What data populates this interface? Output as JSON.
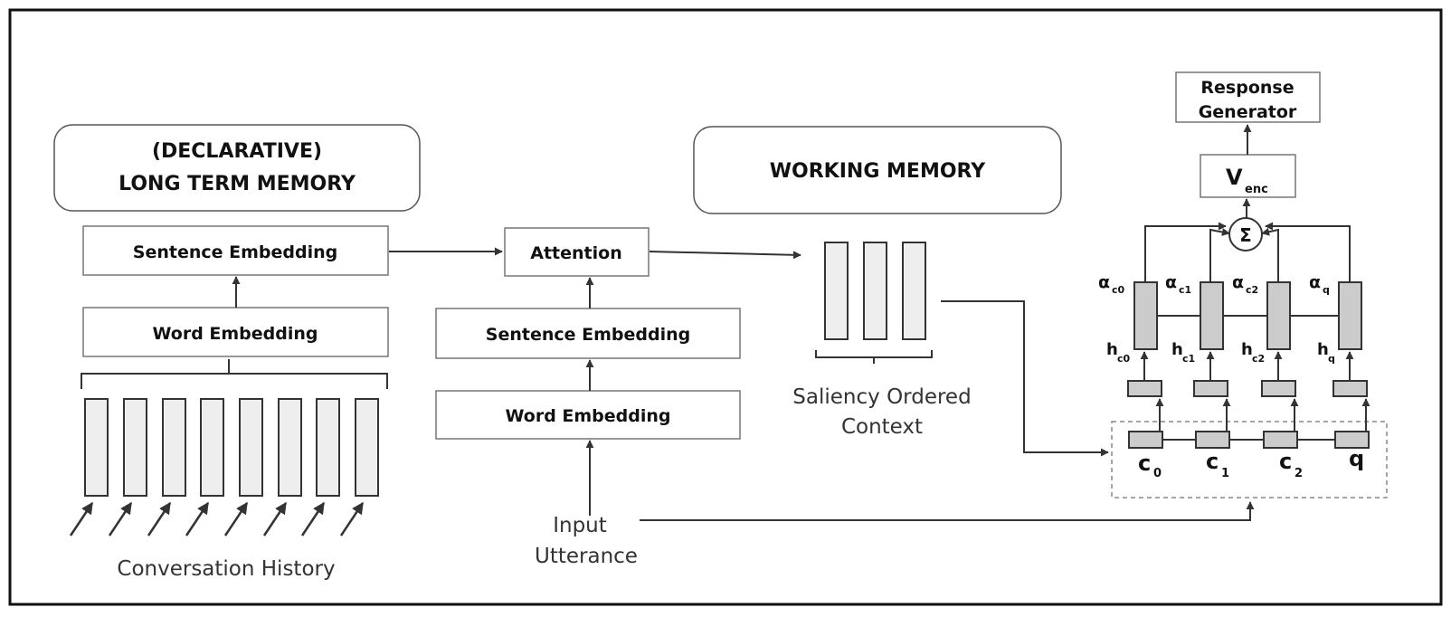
{
  "memory": {
    "long_term": {
      "line1": "(DECLARATIVE)",
      "line2": "LONG TERM MEMORY"
    },
    "working": "WORKING MEMORY"
  },
  "left": {
    "sentence_embedding": "Sentence Embedding",
    "word_embedding": "Word Embedding",
    "caption": "Conversation History"
  },
  "middle": {
    "attention": "Attention",
    "sentence_embedding": "Sentence Embedding",
    "word_embedding": "Word Embedding",
    "input_line1": "Input",
    "input_line2": "Utterance"
  },
  "context": {
    "line1": "Saliency Ordered",
    "line2": "Context"
  },
  "right": {
    "response_line1": "Response",
    "response_line2": "Generator",
    "v_main": "V",
    "v_sub": "enc",
    "sum_symbol": "Σ",
    "alpha_symbol": "α",
    "h_symbol": "h",
    "alpha_subs": [
      "c0",
      "c1",
      "c2",
      "q"
    ],
    "h_subs": [
      "c0",
      "c1",
      "c2",
      "q"
    ],
    "inputs": [
      {
        "main": "c",
        "sub": "0"
      },
      {
        "main": "c",
        "sub": "1"
      },
      {
        "main": "c",
        "sub": "2"
      },
      {
        "main": "q",
        "sub": ""
      }
    ]
  }
}
